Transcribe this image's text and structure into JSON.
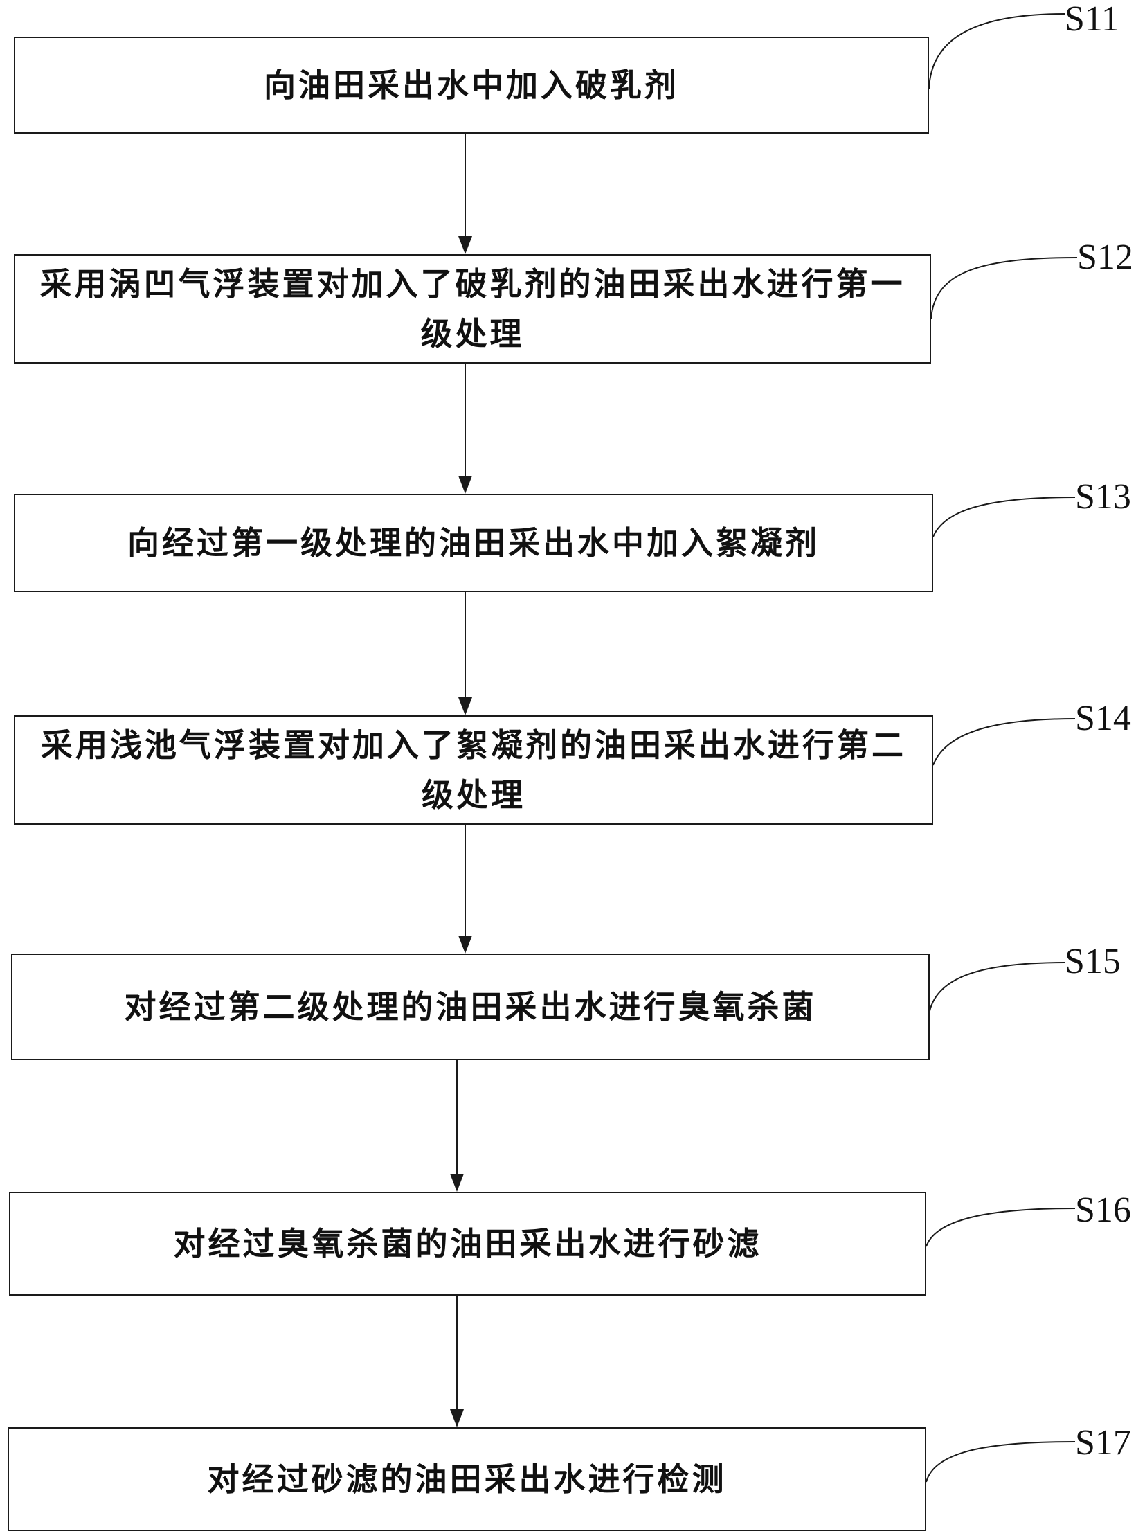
{
  "flowchart": {
    "steps": [
      {
        "id": "S11",
        "text": "向油田采出水中加入破乳剂"
      },
      {
        "id": "S12",
        "text": "采用涡凹气浮装置对加入了破乳剂的油田采出水进行第一级处理"
      },
      {
        "id": "S13",
        "text": "向经过第一级处理的油田采出水中加入絮凝剂"
      },
      {
        "id": "S14",
        "text": "采用浅池气浮装置对加入了絮凝剂的油田采出水进行第二级处理"
      },
      {
        "id": "S15",
        "text": "对经过第二级处理的油田采出水进行臭氧杀菌"
      },
      {
        "id": "S16",
        "text": "对经过臭氧杀菌的油田采出水进行砂滤"
      },
      {
        "id": "S17",
        "text": "对经过砂滤的油田采出水进行检测"
      }
    ],
    "colors": {
      "line": "#1a1a1a",
      "text": "#111111",
      "background": "#ffffff"
    }
  }
}
